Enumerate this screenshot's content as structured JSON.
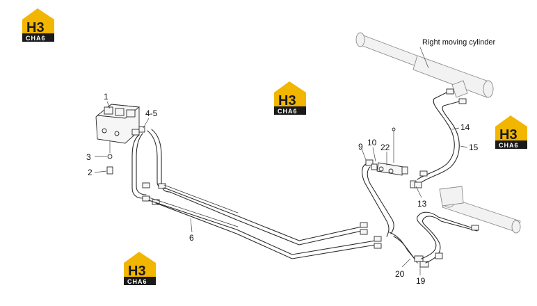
{
  "logo": {
    "mark": "H3",
    "text": "CHA6"
  },
  "caption": "Right moving cylinder",
  "part_numbers": {
    "p1": "1",
    "p2": "2",
    "p3": "3",
    "p4_5": "4-5",
    "p6": "6",
    "p9": "9",
    "p10": "10",
    "p13": "13",
    "p14": "14",
    "p15": "15",
    "p19": "19",
    "p20": "20",
    "p22": "22"
  }
}
